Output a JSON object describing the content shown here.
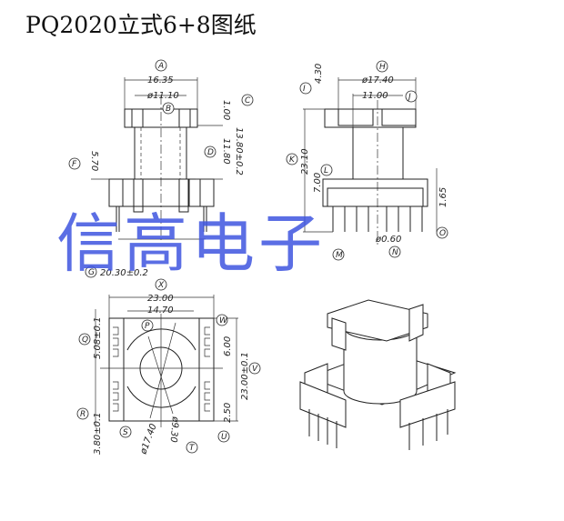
{
  "title": "PQ2020立式6+8图纸",
  "watermark": "信高电子",
  "front_view": {
    "A": {
      "label": "A",
      "value": "16.35"
    },
    "B": {
      "label": "B",
      "value": "ø11.10"
    },
    "C": {
      "label": "C",
      "value": "1.00"
    },
    "D": {
      "label": "D",
      "value": "11.80"
    },
    "D2": {
      "value": "13.80±0.2"
    },
    "F": {
      "label": "F",
      "value": "5.70"
    },
    "G": {
      "label": "G",
      "value": "20.30±0.2"
    }
  },
  "side_view": {
    "H": {
      "label": "H",
      "value": "ø17.40"
    },
    "I": {
      "label": "I",
      "value": "4.30"
    },
    "J": {
      "label": "J",
      "value": "11.00"
    },
    "K": {
      "label": "K",
      "value": "23.10"
    },
    "L": {
      "label": "L",
      "value": "7.00"
    },
    "M": {
      "label": "M"
    },
    "N": {
      "label": "N",
      "value": "ø0.60"
    },
    "O": {
      "label": "O",
      "value": "1.65"
    }
  },
  "bottom_view": {
    "X": {
      "label": "X",
      "value": "23.00"
    },
    "P": {
      "label": "P",
      "value": "14.70"
    },
    "Q": {
      "label": "Q",
      "value": "5.08±0.1"
    },
    "R": {
      "label": "R",
      "value": "3.80±0.1"
    },
    "S": {
      "label": "S",
      "value": "ø17.40"
    },
    "T": {
      "label": "T",
      "value": "ø9.30"
    },
    "W": {
      "label": "W",
      "value": "6.00"
    },
    "V": {
      "label": "V",
      "value": "23.00±0.1"
    },
    "U": {
      "label": "U",
      "value": "2.50"
    }
  },
  "colors": {
    "watermark": "#3f55e0",
    "line": "#222222"
  }
}
